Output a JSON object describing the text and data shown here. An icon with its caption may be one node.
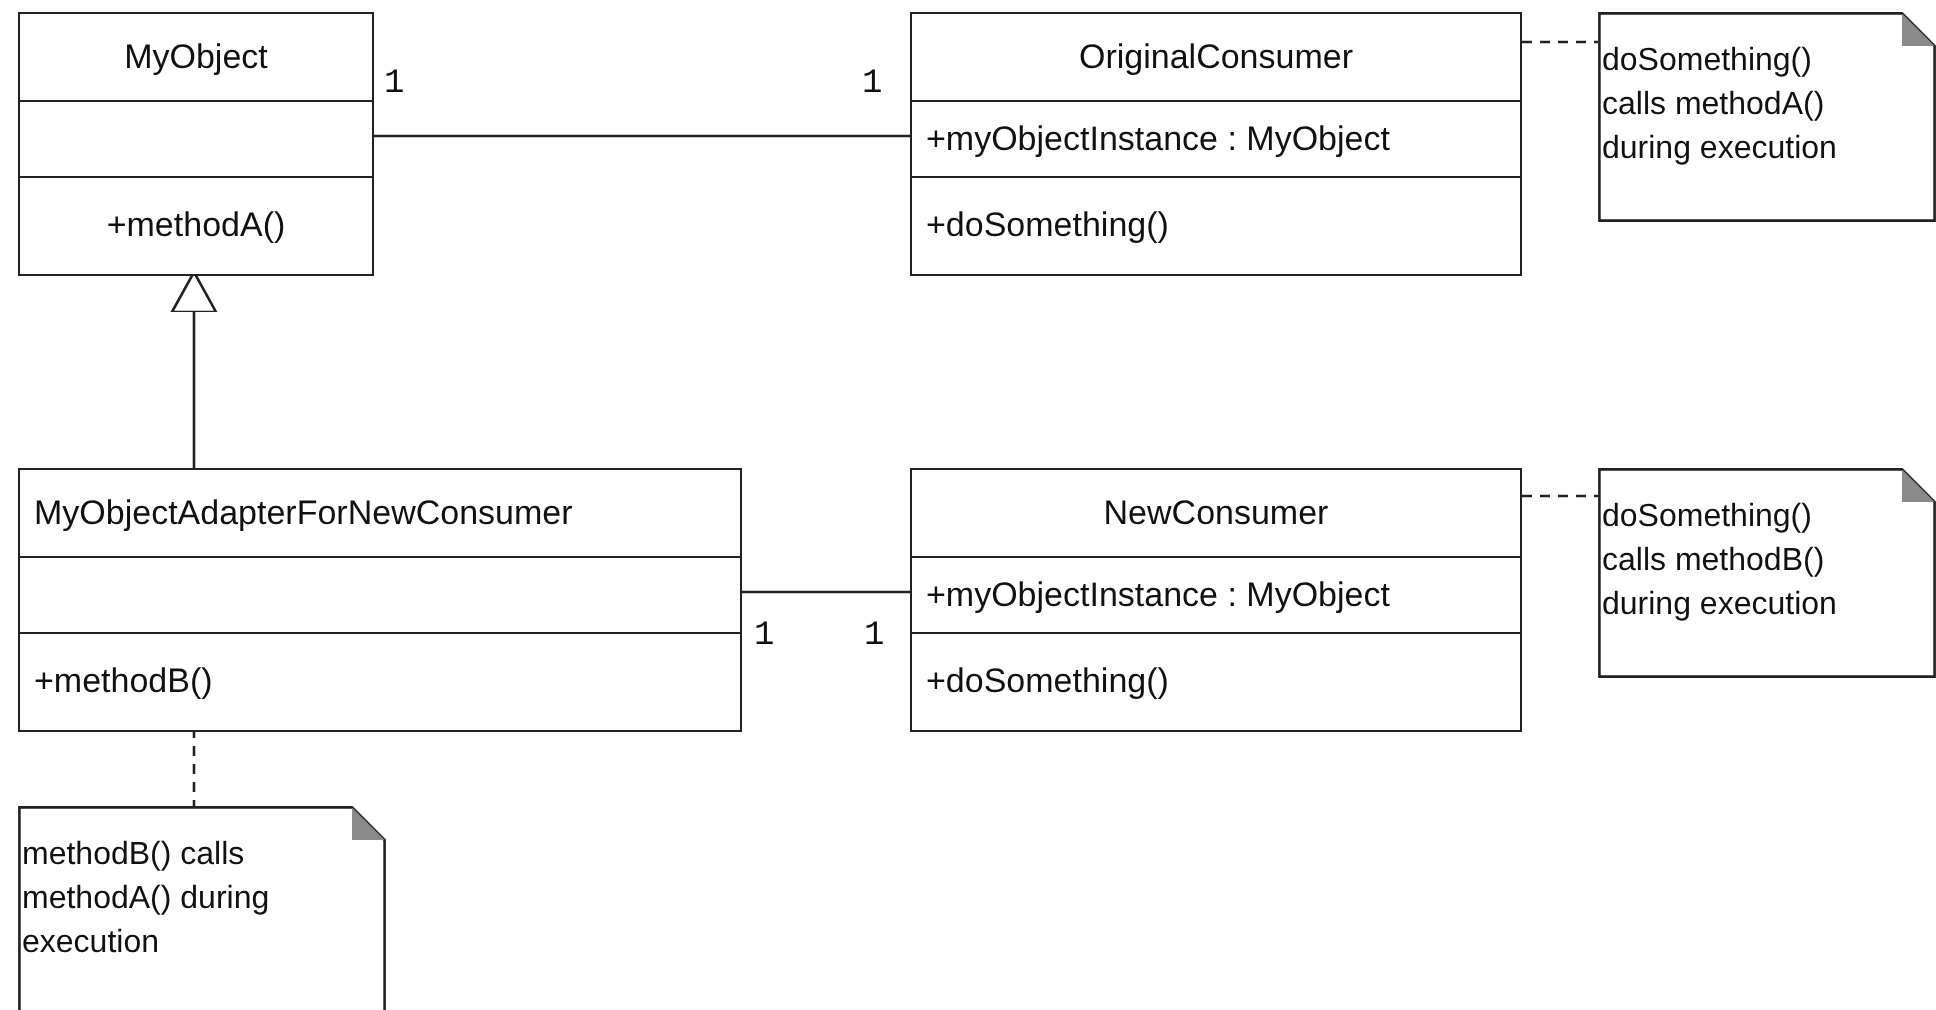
{
  "diagram": {
    "nodes": [
      {
        "text": [
          "MyObject",
          "+methodA()"
        ]
      },
      {
        "text": [
          "OriginalConsumer",
          "+myObjectInstance : MyObject",
          "+doSomething()"
        ]
      },
      {
        "text": [
          "doSomething() calls methodA() during execution"
        ]
      },
      {
        "text": [
          "MyObjectAdapterForNewConsumer",
          "+methodB()"
        ]
      },
      {
        "text": [
          "NewConsumer",
          "+myObjectInstance : MyObject",
          "+doSomething()"
        ]
      },
      {
        "text": [
          "doSomething() calls methodB() during execution"
        ]
      },
      {
        "text": [
          "methodB() calls methodA() during execution"
        ]
      }
    ],
    "edges": [
      {
        "from": 0,
        "to": 1,
        "arrow": "none"
      },
      {
        "from": 1,
        "to": 2,
        "arrow": "none",
        "style": "dashed"
      },
      {
        "from": 3,
        "to": 0,
        "arrow": "to"
      },
      {
        "from": 3,
        "to": 4,
        "arrow": "none"
      },
      {
        "from": 4,
        "to": 5,
        "arrow": "none",
        "style": "dashed"
      },
      {
        "from": 3,
        "to": 6,
        "arrow": "none",
        "style": "dashed"
      }
    ],
    "labels": [
      "1",
      "1",
      "1",
      "1"
    ]
  }
}
